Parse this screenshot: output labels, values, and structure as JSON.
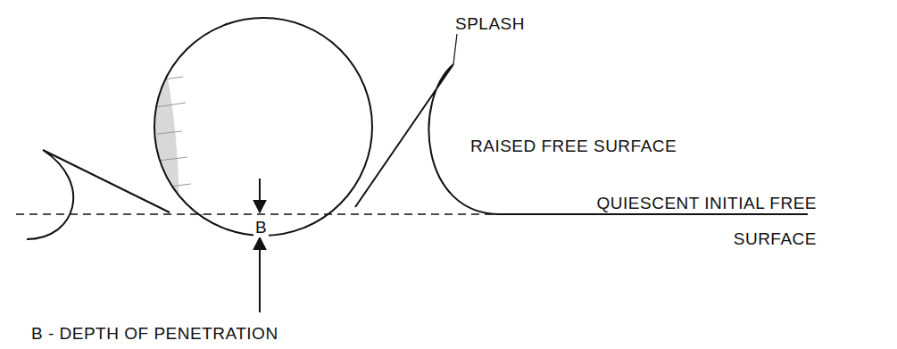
{
  "diagram": {
    "labels": [
      "SPLASH",
      "RAISED FREE SURFACE",
      "QUIESCENT INITIAL FREE SURFACE",
      "B",
      "B - DEPTH OF PENETRATION"
    ]
  }
}
